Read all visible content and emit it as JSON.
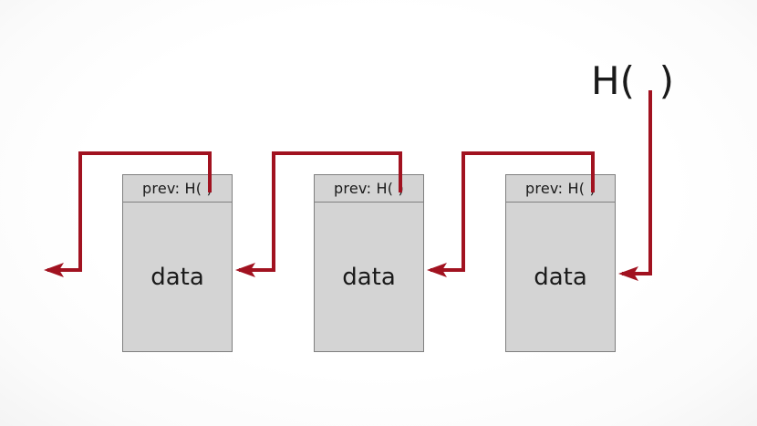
{
  "diagram": {
    "hash_function_label": "H(  )",
    "blocks": [
      {
        "header": "prev: H( )",
        "body": "data"
      },
      {
        "header": "prev: H( )",
        "body": "data"
      },
      {
        "header": "prev: H( )",
        "body": "data"
      }
    ]
  },
  "colors": {
    "arrow": "#a11220",
    "block_fill": "#d4d4d4",
    "block_border": "#7f7f7f",
    "text": "#1a1a1a",
    "background": "#ffffff"
  }
}
